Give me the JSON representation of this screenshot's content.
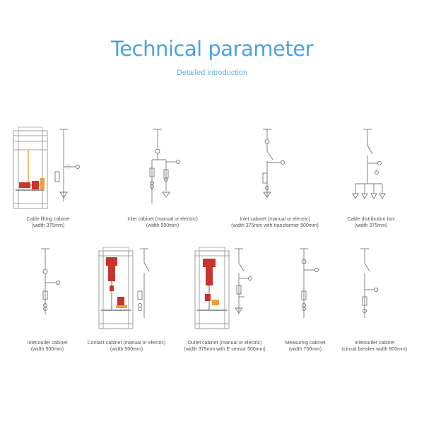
{
  "header": {
    "title": "Technical parameter",
    "subtitle": "Detailed introduction"
  },
  "cabinets": [
    {
      "name": "Cable lifting cabinet",
      "spec": "(width 375mm)"
    },
    {
      "name": "Inlet cabinet (manual or electric)",
      "spec": "(width 500mm)"
    },
    {
      "name": "Inlet cabinet (manual or electric)",
      "spec": "(width 375mm with transformer 500mm)"
    },
    {
      "name": "Cable distribution box",
      "spec": "(width 375mm)"
    },
    {
      "name": "Inlet/outlet cabinet",
      "spec": "(width 500mm)"
    },
    {
      "name": "Contact cabinet (manual or electric)",
      "spec": "(width 500mm)"
    },
    {
      "name": "Outlet cabinet (manual or electric)",
      "spec": "(width 375mm with E sensor 500mm)"
    },
    {
      "name": "Measuring cabinet",
      "spec": "(width 750mm)"
    },
    {
      "name": "Inlet/outlet cabinet",
      "spec": "(circuit breaker width 800mm)"
    }
  ],
  "colors": {
    "title": "#4ba3de",
    "accent_red": "#c7342c",
    "accent_orange": "#e8a03a"
  }
}
